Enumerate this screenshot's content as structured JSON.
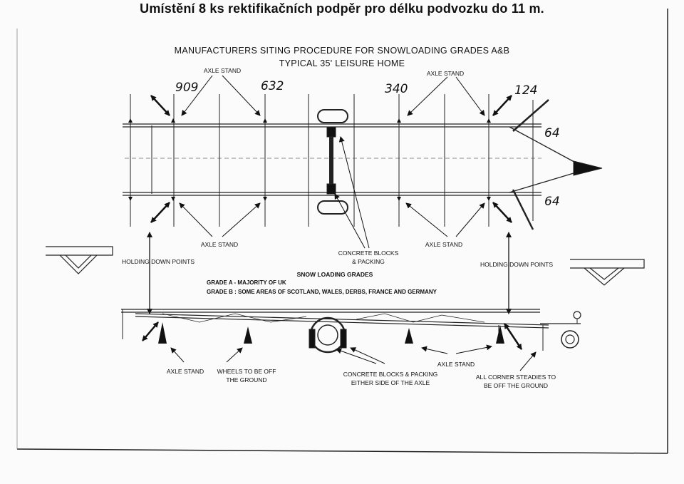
{
  "title": "Umístění 8 ks rektifikačních podpěr pro délku podvozku do 11 m.",
  "heading_line1": "MANUFACTURERS SITING PROCEDURE FOR SNOWLOADING GRADES A&B",
  "heading_line2": "TYPICAL 35' LEISURE HOME",
  "plan_labels": {
    "axle_stand_top_left": "AXLE STAND",
    "axle_stand_top_right": "AXLE STAND",
    "axle_stand_bottom_left": "AXLE STAND",
    "axle_stand_bottom_right": "AXLE STAND",
    "concrete_blocks_line1": "CONCRETE BLOCKS",
    "concrete_blocks_line2": "& PACKING",
    "holding_left": "HOLDING DOWN POINTS",
    "holding_right": "HOLDING DOWN POINTS"
  },
  "handwritten": {
    "n909": "909",
    "n632": "632",
    "n340": "340",
    "n124": "124",
    "n64_top": "64",
    "n64_bottom": "64"
  },
  "snow_grades": {
    "title": "SNOW LOADING GRADES",
    "grade_a": "GRADE A  - MAJORITY OF UK",
    "grade_b": "GRADE B  : SOME AREAS OF SCOTLAND, WALES, DERBS, FRANCE AND GERMANY"
  },
  "side_labels": {
    "axle_stand_left": "AXLE STAND",
    "wheels_line1": "WHEELS TO BE OFF",
    "wheels_line2": "THE GROUND",
    "concrete_line1": "CONCRETE BLOCKS & PACKING",
    "concrete_line2": "EITHER SIDE OF THE AXLE",
    "axle_stand_right": "AXLE STAND",
    "corner_line1": "ALL CORNER STEADIES TO",
    "corner_line2": "BE OFF THE GROUND"
  }
}
